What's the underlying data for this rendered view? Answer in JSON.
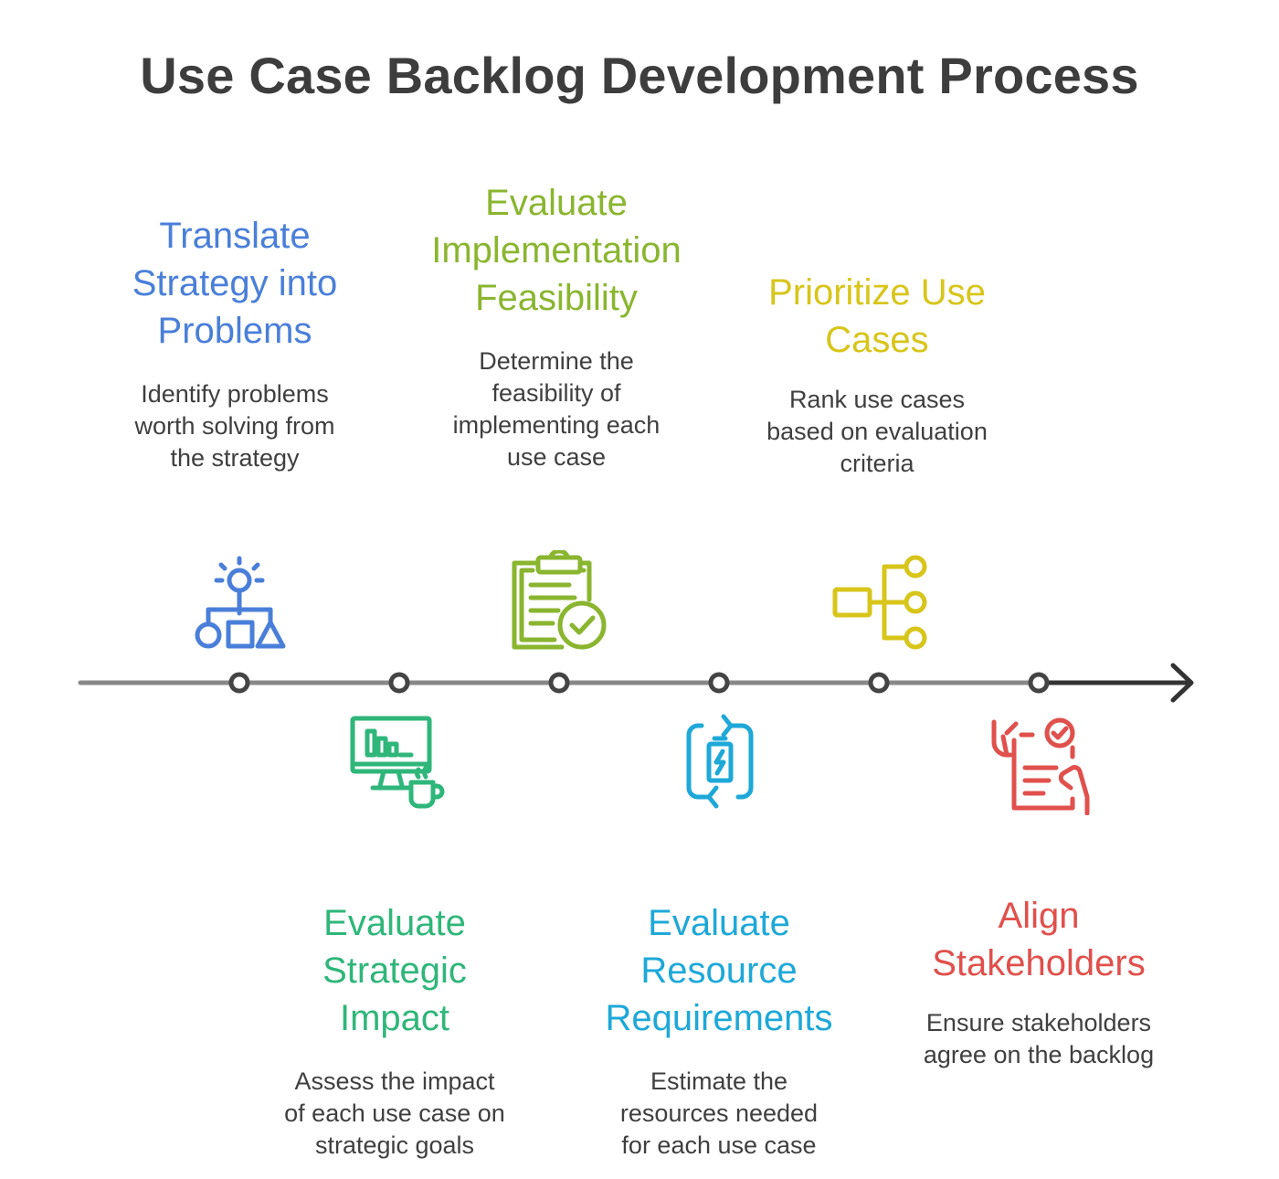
{
  "title": "Use Case Backlog Development Process",
  "steps": [
    {
      "title_lines": [
        "Translate",
        "Strategy into",
        "Problems"
      ],
      "desc_lines": [
        "Identify problems",
        "worth solving from",
        "the strategy"
      ],
      "color": "#4a7fd9",
      "icon": "lightbulb-hierarchy-icon"
    },
    {
      "title_lines": [
        "Evaluate",
        "Strategic",
        "Impact"
      ],
      "desc_lines": [
        "Assess the impact",
        "of each use case on",
        "strategic goals"
      ],
      "color": "#2fb67a",
      "icon": "monitor-chart-coffee-icon"
    },
    {
      "title_lines": [
        "Evaluate",
        "Implementation",
        "Feasibility"
      ],
      "desc_lines": [
        "Determine the",
        "feasibility of",
        "implementing each",
        "use case"
      ],
      "color": "#8ab52f",
      "icon": "clipboard-check-icon"
    },
    {
      "title_lines": [
        "Evaluate",
        "Resource",
        "Requirements"
      ],
      "desc_lines": [
        "Estimate the",
        "resources needed",
        "for each use case"
      ],
      "color": "#1ea8d8",
      "icon": "battery-refresh-icon"
    },
    {
      "title_lines": [
        "Prioritize Use",
        "Cases"
      ],
      "desc_lines": [
        "Rank use cases",
        "based on evaluation",
        "criteria"
      ],
      "color": "#d7c51a",
      "icon": "tree-hierarchy-icon"
    },
    {
      "title_lines": [
        "Align",
        "Stakeholders"
      ],
      "desc_lines": [
        "Ensure stakeholders",
        "agree on the backlog"
      ],
      "color": "#e0504c",
      "icon": "hand-checklist-icon"
    }
  ]
}
